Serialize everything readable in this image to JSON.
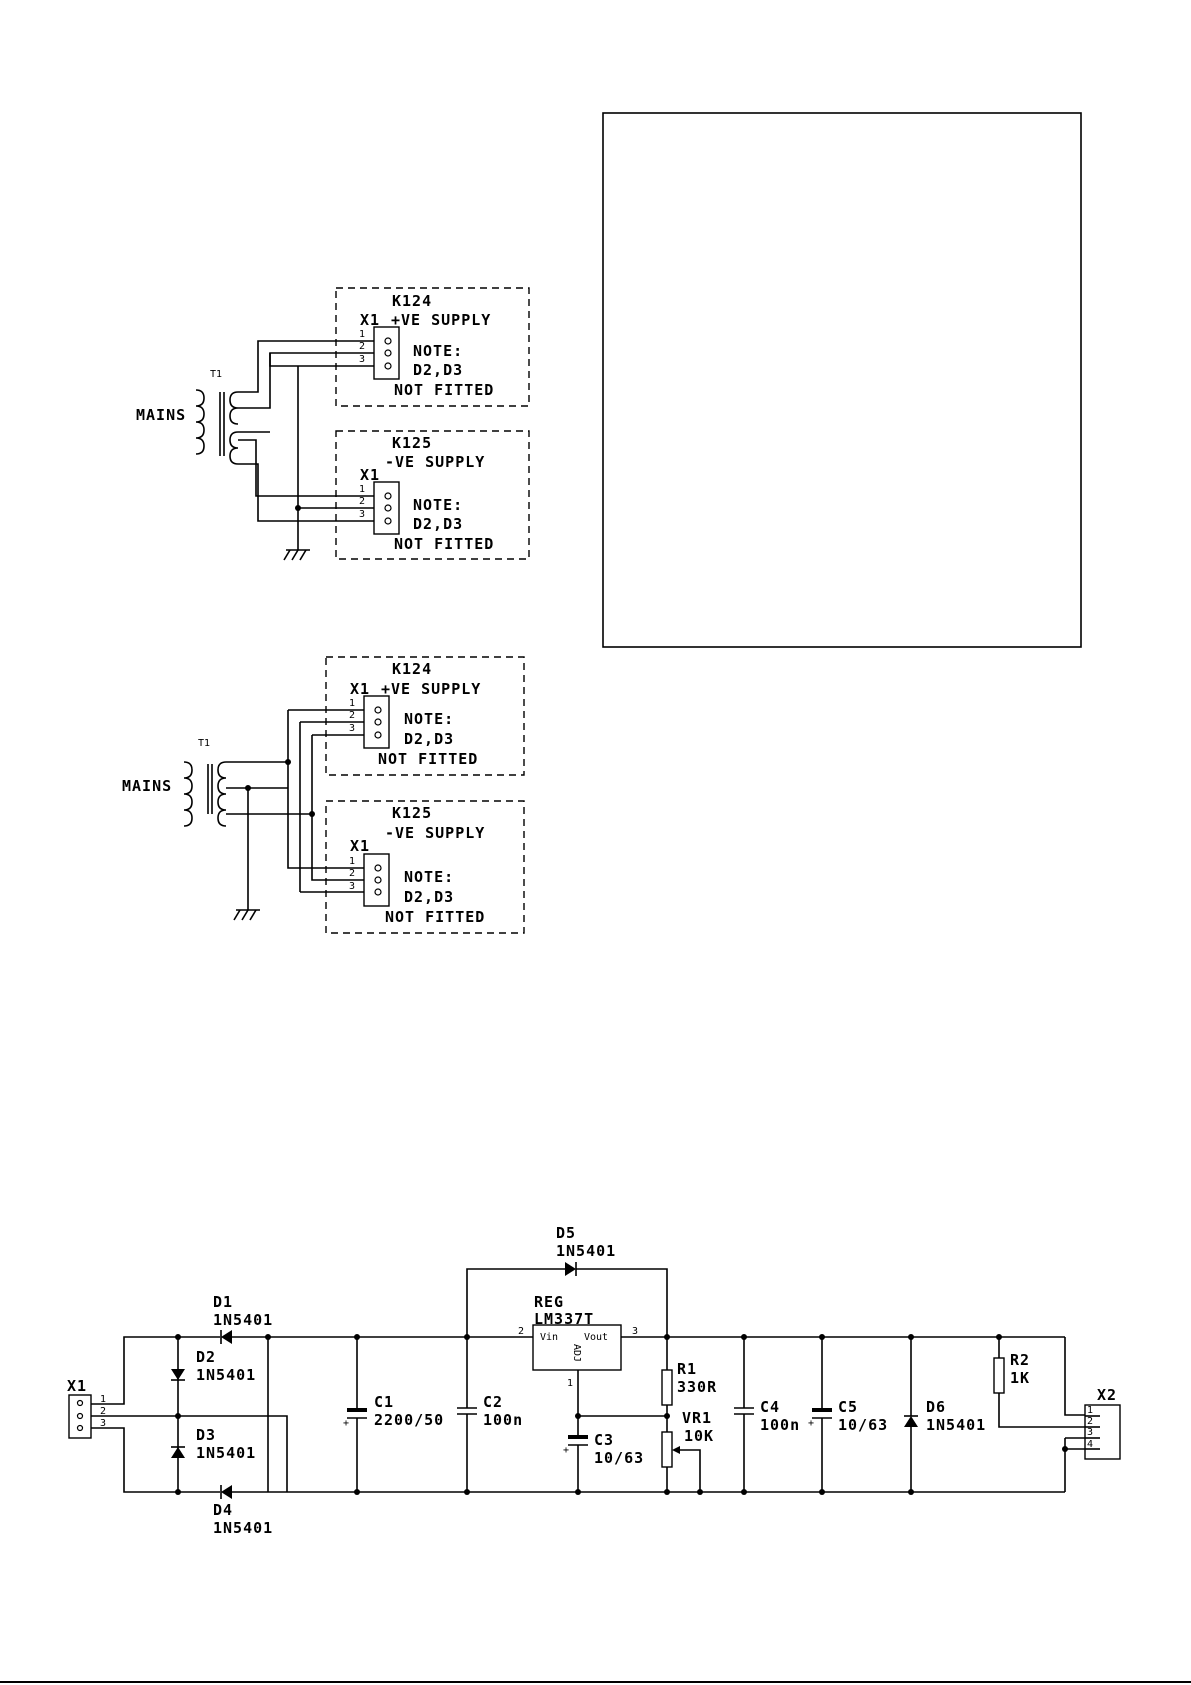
{
  "wiring_diagram_1": {
    "mains": "MAINS",
    "transformer": "T1",
    "board_pos": {
      "name": "K124",
      "connector": "X1",
      "title": "+VE SUPPLY",
      "note": "NOTE:",
      "diodes": "D2,D3",
      "not_fitted": "NOT FITTED"
    },
    "board_neg": {
      "name": "K125",
      "title": "-VE SUPPLY",
      "connector": "X1",
      "note": "NOTE:",
      "diodes": "D2,D3",
      "not_fitted": "NOT FITTED"
    },
    "pins": [
      "1",
      "2",
      "3"
    ]
  },
  "wiring_diagram_2": {
    "mains": "MAINS",
    "transformer": "T1",
    "board_pos": {
      "name": "K124",
      "connector": "X1",
      "title": "+VE SUPPLY",
      "note": "NOTE:",
      "diodes": "D2,D3",
      "not_fitted": "NOT FITTED"
    },
    "board_neg": {
      "name": "K125",
      "title": "-VE SUPPLY",
      "connector": "X1",
      "note": "NOTE:",
      "diodes": "D2,D3",
      "not_fitted": "NOT FITTED"
    },
    "pins": [
      "1",
      "2",
      "3"
    ]
  },
  "schematic": {
    "x1": "X1",
    "x1_pins": [
      "1",
      "2",
      "3"
    ],
    "x2": "X2",
    "x2_pins": [
      "1",
      "2",
      "3",
      "4"
    ],
    "d1": {
      "ref": "D1",
      "value": "1N5401"
    },
    "d2": {
      "ref": "D2",
      "value": "1N5401"
    },
    "d3": {
      "ref": "D3",
      "value": "1N5401"
    },
    "d4": {
      "ref": "D4",
      "value": "1N5401"
    },
    "d5": {
      "ref": "D5",
      "value": "1N5401"
    },
    "d6": {
      "ref": "D6",
      "value": "1N5401"
    },
    "c1": {
      "ref": "C1",
      "value": "2200/50"
    },
    "c2": {
      "ref": "C2",
      "value": "100n"
    },
    "c3": {
      "ref": "C3",
      "value": "10/63"
    },
    "c4": {
      "ref": "C4",
      "value": "100n"
    },
    "c5": {
      "ref": "C5",
      "value": "10/63"
    },
    "reg": {
      "ref": "REG",
      "value": "LM337T",
      "vin": "Vin",
      "vout": "Vout",
      "adj": "ADJ",
      "pin_in": "2",
      "pin_out": "3",
      "pin_adj": "1"
    },
    "r1": {
      "ref": "R1",
      "value": "330R"
    },
    "r2": {
      "ref": "R2",
      "value": "1K"
    },
    "vr1": {
      "ref": "VR1",
      "value": "10K"
    },
    "polarity": "+"
  }
}
